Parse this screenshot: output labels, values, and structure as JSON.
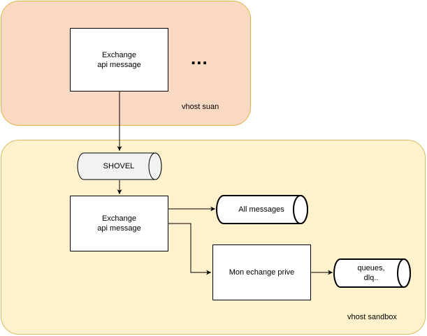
{
  "regions": {
    "suan": {
      "label": "vhost suan"
    },
    "sandbox": {
      "label": "vhost sandbox"
    }
  },
  "nodes": {
    "exchange_top": {
      "label": "Exchange\napi message"
    },
    "ellipsis": {
      "label": "..."
    },
    "shovel": {
      "label": "SHOVEL"
    },
    "exchange_bottom": {
      "label": "Exchange\napi message"
    },
    "all_messages": {
      "label": "All messages"
    },
    "mon_echange": {
      "label": "Mon echange prive"
    },
    "queues": {
      "label": "queues,\ndlq.."
    }
  },
  "colors": {
    "suan_fill": "#fad9c2",
    "sandbox_fill": "#fff2cc",
    "shovel_fill": "#f2f2f2"
  }
}
